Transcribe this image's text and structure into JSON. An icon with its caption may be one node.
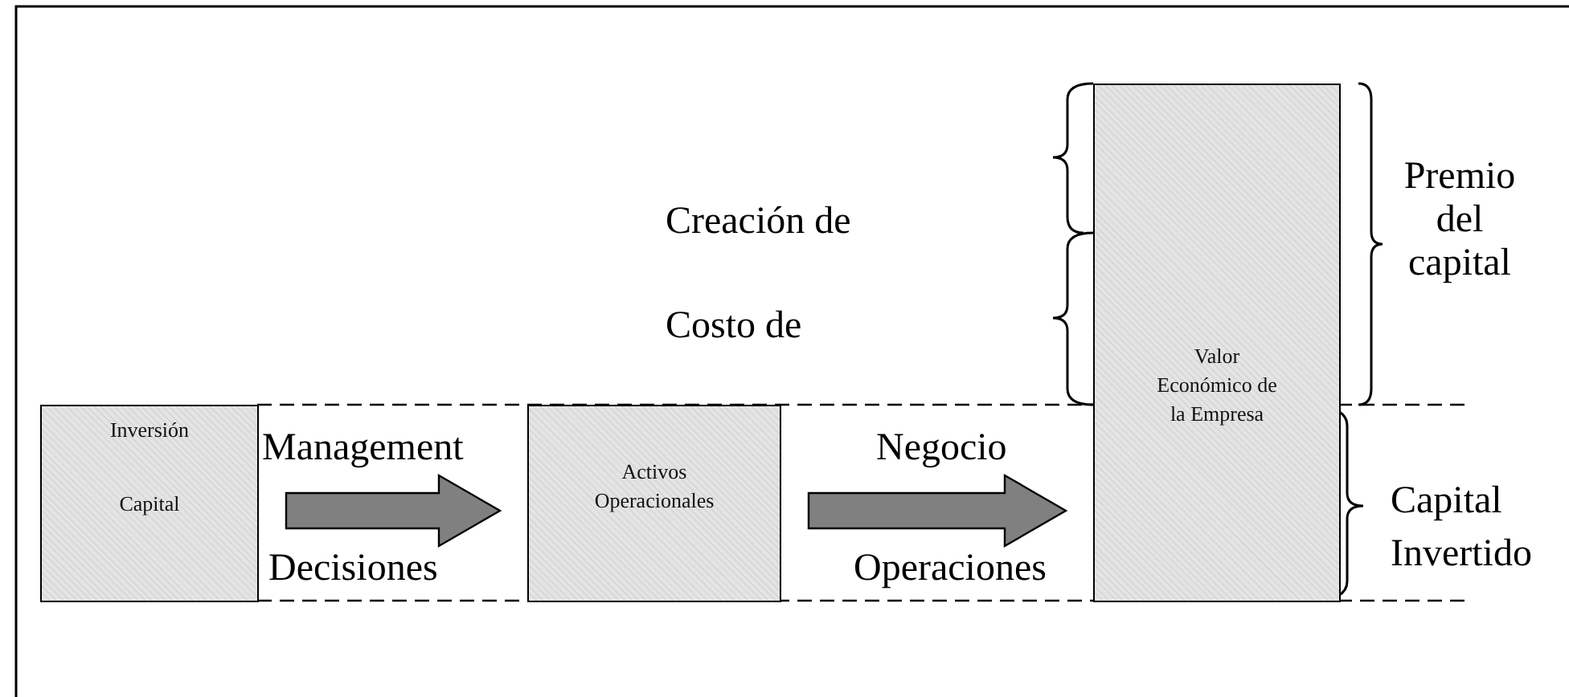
{
  "diagram": {
    "nodes": [
      {
        "text": [
          "Inversión",
          "Capital"
        ]
      },
      {
        "text": [
          "Activos Operacionales"
        ]
      },
      {
        "text": [
          "Valor Económico de la Empresa"
        ]
      }
    ],
    "edges": [
      {
        "from": 0,
        "to": 1,
        "arrow": "to"
      },
      {
        "from": 1,
        "to": 2,
        "arrow": "to"
      }
    ],
    "labels": [
      "Creación de",
      "Costo de",
      "Premio del capital",
      "Management",
      "Negocio",
      "Capital Invertido",
      "Decisiones",
      "Operaciones"
    ]
  }
}
